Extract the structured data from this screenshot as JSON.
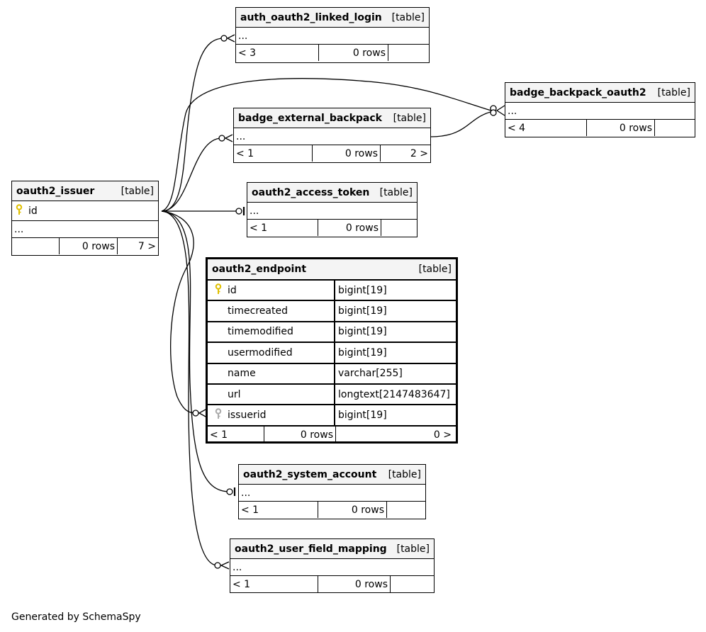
{
  "footer": "Generated by SchemaSpy",
  "key_colors": {
    "primary": "#e0c000",
    "foreign": "#aaaaaa"
  },
  "tables": {
    "auth_oauth2_linked_login": {
      "name": "auth_oauth2_linked_login",
      "tag": "[table]",
      "ellipsis": "...",
      "parents": "< 3",
      "rows": "0 rows",
      "children": ""
    },
    "badge_backpack_oauth2": {
      "name": "badge_backpack_oauth2",
      "tag": "[table]",
      "ellipsis": "...",
      "parents": "< 4",
      "rows": "0 rows",
      "children": ""
    },
    "badge_external_backpack": {
      "name": "badge_external_backpack",
      "tag": "[table]",
      "ellipsis": "...",
      "parents": "< 1",
      "rows": "0 rows",
      "children": "2 >"
    },
    "oauth2_issuer": {
      "name": "oauth2_issuer",
      "tag": "[table]",
      "key_column": "id",
      "ellipsis": "...",
      "parents": "",
      "rows": "0 rows",
      "children": "7 >"
    },
    "oauth2_access_token": {
      "name": "oauth2_access_token",
      "tag": "[table]",
      "ellipsis": "...",
      "parents": "< 1",
      "rows": "0 rows",
      "children": ""
    },
    "oauth2_endpoint": {
      "name": "oauth2_endpoint",
      "tag": "[table]",
      "columns": [
        {
          "name": "id",
          "type": "bigint[19]",
          "key": "primary"
        },
        {
          "name": "timecreated",
          "type": "bigint[19]",
          "key": ""
        },
        {
          "name": "timemodified",
          "type": "bigint[19]",
          "key": ""
        },
        {
          "name": "usermodified",
          "type": "bigint[19]",
          "key": ""
        },
        {
          "name": "name",
          "type": "varchar[255]",
          "key": ""
        },
        {
          "name": "url",
          "type": "longtext[2147483647]",
          "key": ""
        },
        {
          "name": "issuerid",
          "type": "bigint[19]",
          "key": "foreign"
        }
      ],
      "parents": "< 1",
      "rows": "0 rows",
      "children": "0 >"
    },
    "oauth2_system_account": {
      "name": "oauth2_system_account",
      "tag": "[table]",
      "ellipsis": "...",
      "parents": "< 1",
      "rows": "0 rows",
      "children": ""
    },
    "oauth2_user_field_mapping": {
      "name": "oauth2_user_field_mapping",
      "tag": "[table]",
      "ellipsis": "...",
      "parents": "< 1",
      "rows": "0 rows",
      "children": ""
    }
  }
}
